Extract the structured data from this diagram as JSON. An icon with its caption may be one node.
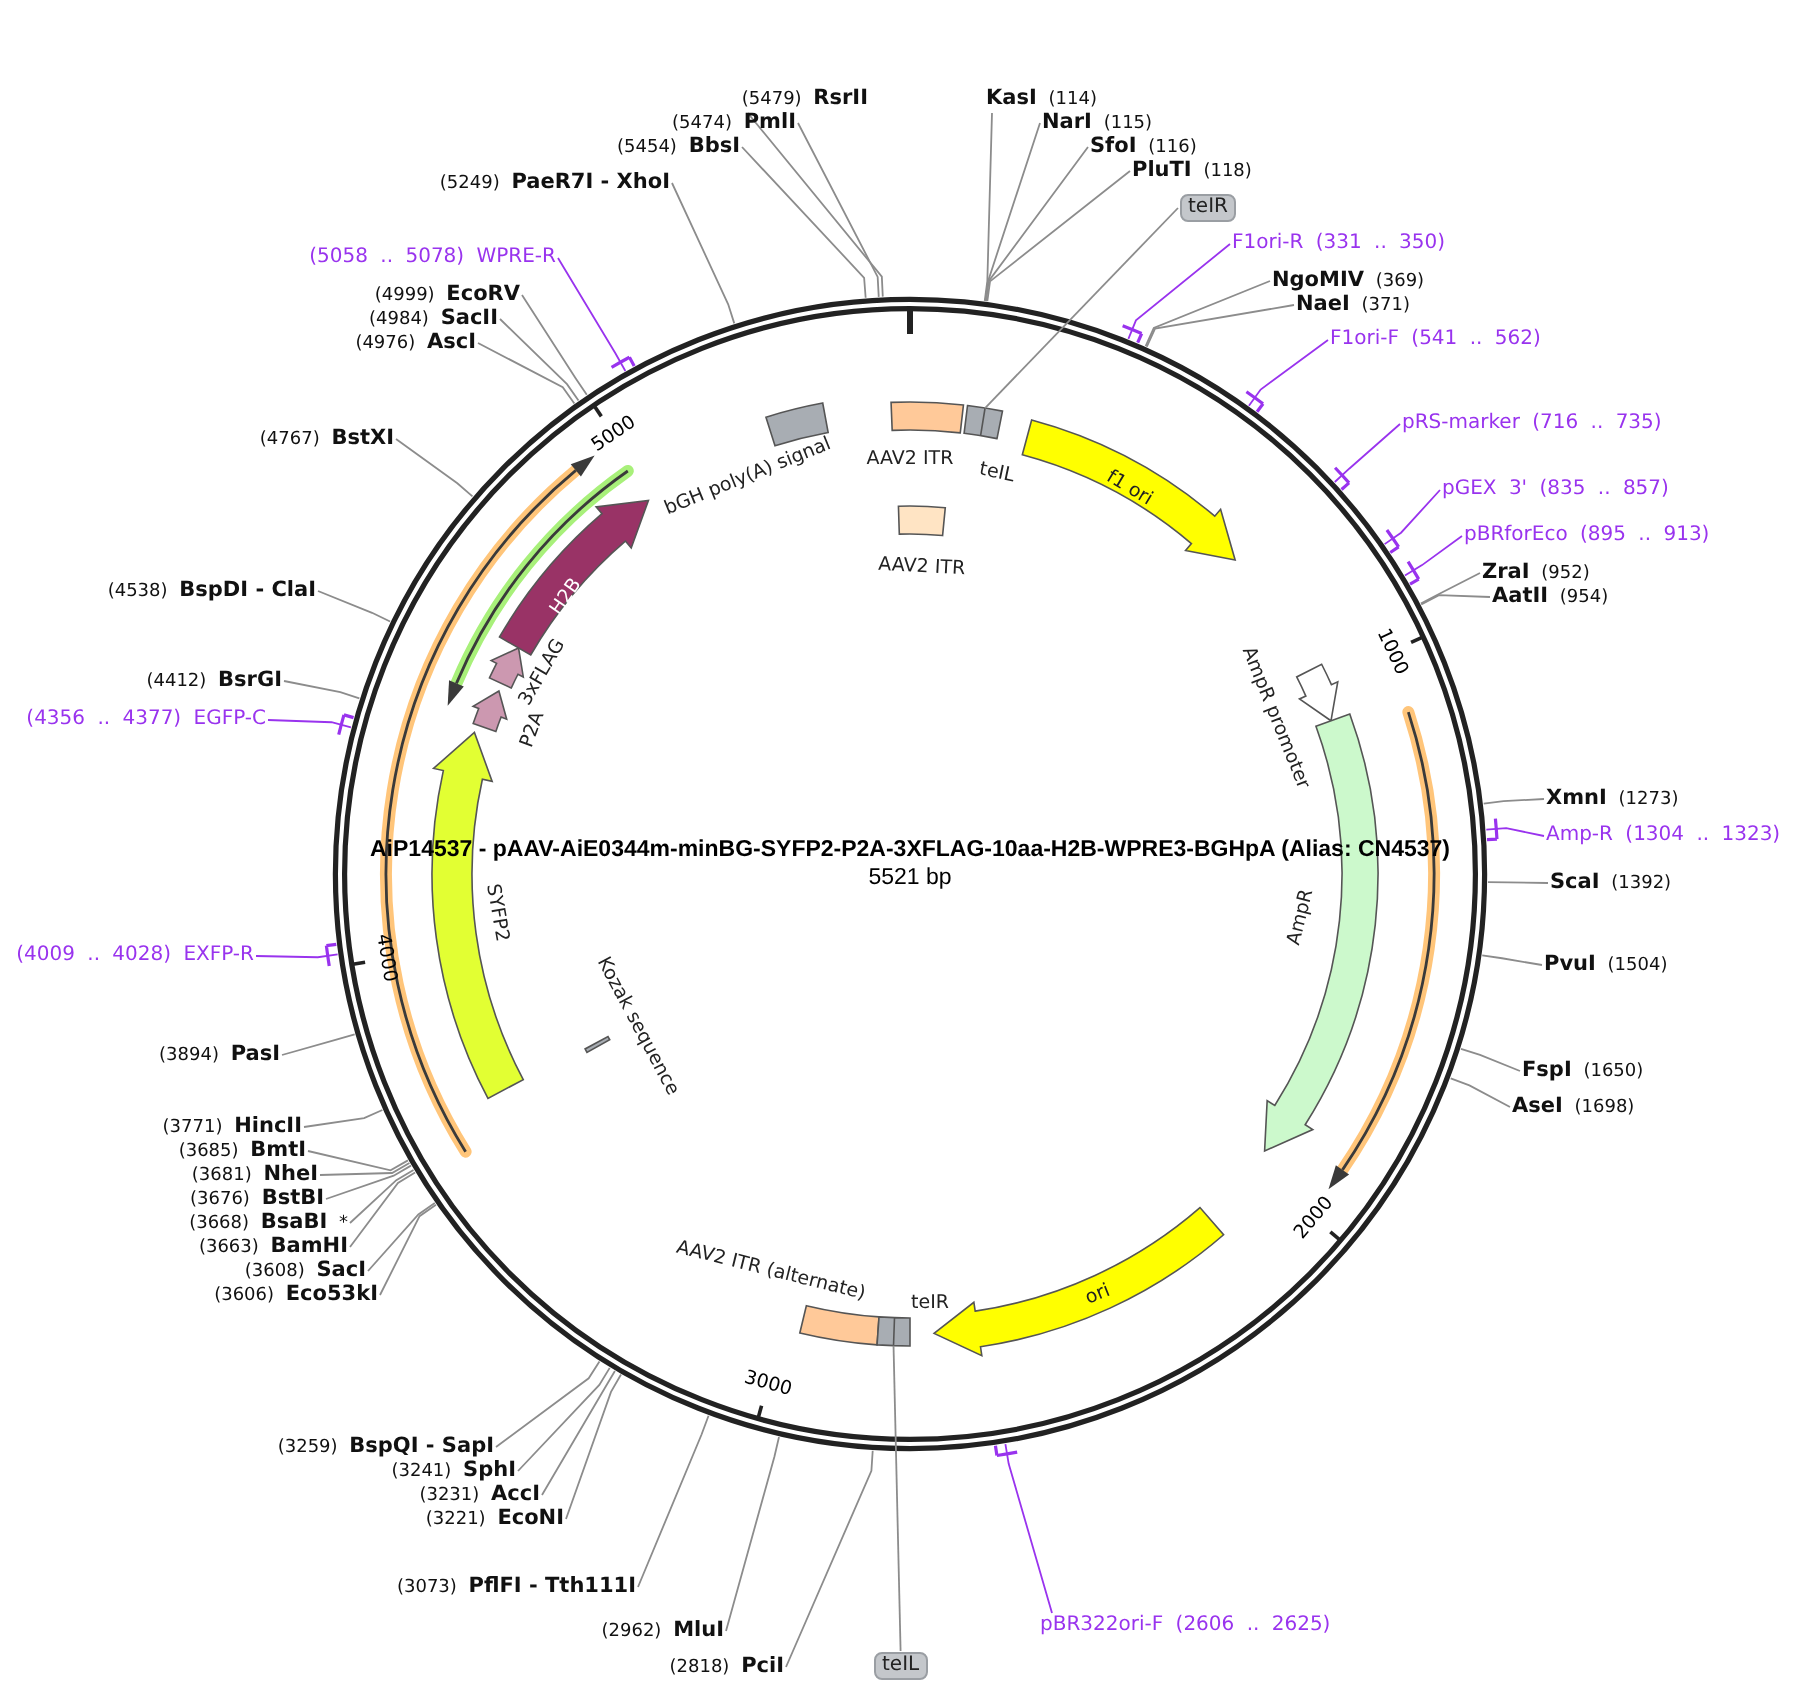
{
  "diagram": {
    "title": "AiP14537 - pAAV-AiE0344m-minBG-SYFP2-P2A-3XFLAG-10aa-H2B-WPRE3-BGHpA (Alias: CN4537)",
    "caption": "5521 bp",
    "nodes": [
      {
        "text": [],
        "shape": "circle"
      },
      {
        "text": [
          "AAV2 ITR"
        ],
        "in": 0
      },
      {
        "text": [
          "teIL"
        ],
        "in": 0
      },
      {
        "text": [
          "AAV2 ITR"
        ],
        "in": 0
      },
      {
        "text": [
          "bGH poly(A) signal"
        ],
        "in": 0
      },
      {
        "text": [
          "f1 ori"
        ],
        "in": 0
      },
      {
        "text": [
          "AmpR promoter"
        ],
        "in": 0
      },
      {
        "text": [
          "AmpR"
        ],
        "in": 0
      },
      {
        "text": [
          "ori"
        ],
        "in": 0
      },
      {
        "text": [
          "AAV2 ITR (alternate)"
        ],
        "in": 0
      },
      {
        "text": [
          "teIR"
        ],
        "in": 0
      },
      {
        "text": [
          "Kozak sequence"
        ],
        "in": 0
      },
      {
        "text": [
          "SYFP2"
        ],
        "in": 0
      },
      {
        "text": [
          "P2A"
        ],
        "in": 0
      },
      {
        "text": [
          "3xFLAG"
        ],
        "in": 0
      },
      {
        "text": [
          "H2B"
        ],
        "in": 0
      },
      {
        "text": [
          "**KasI** (114)"
        ]
      },
      {
        "text": [
          "**NarI** (115)"
        ]
      },
      {
        "text": [
          "**SfoI** (116)"
        ]
      },
      {
        "text": [
          "**PluTI** (118)"
        ]
      },
      {
        "text": [
          "teIR"
        ]
      },
      {
        "text": [
          "F1ori-R (331 .. 350)"
        ]
      },
      {
        "text": [
          "**NgoMIV** (369)"
        ]
      },
      {
        "text": [
          "**NaeI** (371)"
        ]
      },
      {
        "text": [
          "F1ori-F (541 .. 562)"
        ]
      },
      {
        "text": [
          "pRS-marker (716 .. 735)"
        ]
      },
      {
        "text": [
          "pGEX 3' (835 .. 857)"
        ]
      },
      {
        "text": [
          "pBRforEco (895 .. 913)"
        ]
      },
      {
        "text": [
          "**ZraI** (952)"
        ]
      },
      {
        "text": [
          "**AatII** (954)"
        ]
      },
      {
        "text": [
          "**XmnI** (1273)"
        ]
      },
      {
        "text": [
          "Amp-R (1304 .. 1323)"
        ]
      },
      {
        "text": [
          "**ScaI** (1392)"
        ]
      },
      {
        "text": [
          "**PvuI** (1504)"
        ]
      },
      {
        "text": [
          "**FspI** (1650)"
        ]
      },
      {
        "text": [
          "**AseI** (1698)"
        ]
      },
      {
        "text": [
          "pBR322ori-F (2606 .. 2625)"
        ]
      },
      {
        "text": [
          "teIL"
        ]
      },
      {
        "text": [
          "(2818) **PciI**"
        ]
      },
      {
        "text": [
          "(2962) **MluI**"
        ]
      },
      {
        "text": [
          "(3073) **PflFI - Tth111I**"
        ]
      },
      {
        "text": [
          "(3221) **EcoNI**"
        ]
      },
      {
        "text": [
          "(3231) **AccI**"
        ]
      },
      {
        "text": [
          "(3241) **SphI**"
        ]
      },
      {
        "text": [
          "(3259) **BspQI - SapI**"
        ]
      },
      {
        "text": [
          "(3606) **Eco53kI**"
        ]
      },
      {
        "text": [
          "(3608) **SacI**"
        ]
      },
      {
        "text": [
          "(3663) **BamHI**"
        ]
      },
      {
        "text": [
          "(3668) **BsaBI** *"
        ]
      },
      {
        "text": [
          "(3676) **BstBI**"
        ]
      },
      {
        "text": [
          "(3681) **NheI**"
        ]
      },
      {
        "text": [
          "(3685) **BmtI**"
        ]
      },
      {
        "text": [
          "(3771) **HincII**"
        ]
      },
      {
        "text": [
          "(3894) **PasI**"
        ]
      },
      {
        "text": [
          "(4009 .. 4028) EXFP-R"
        ]
      },
      {
        "text": [
          "(4356 .. 4377) EGFP-C"
        ]
      },
      {
        "text": [
          "(4412) **BsrGI**"
        ]
      },
      {
        "text": [
          "(4538) **BspDI - ClaI**"
        ]
      },
      {
        "text": [
          "(4767) **BstXI**"
        ]
      },
      {
        "text": [
          "(4976) **AscI**"
        ]
      },
      {
        "text": [
          "(4984) **SacII**"
        ]
      },
      {
        "text": [
          "(4999) **EcoRV**"
        ]
      },
      {
        "text": [
          "(5058 .. 5078) WPRE-R"
        ]
      },
      {
        "text": [
          "(5249) **PaeR7I - XhoI**"
        ]
      },
      {
        "text": [
          "(5454) **BbsI**"
        ]
      },
      {
        "text": [
          "(5474) **PmlI**"
        ]
      },
      {
        "text": [
          "(5479) **RsrII**"
        ]
      }
    ],
    "edges": [
      {
        "from": 16,
        "to": 0,
        "arrow": "none"
      },
      {
        "from": 17,
        "to": 0,
        "arrow": "none"
      },
      {
        "from": 18,
        "to": 0,
        "arrow": "none"
      },
      {
        "from": 19,
        "to": 0,
        "arrow": "none"
      },
      {
        "from": 20,
        "to": 2,
        "arrow": "none"
      },
      {
        "from": 21,
        "to": 0,
        "arrow": "none",
        "color": "#9933ee"
      },
      {
        "from": 22,
        "to": 0,
        "arrow": "none"
      },
      {
        "from": 23,
        "to": 0,
        "arrow": "none"
      },
      {
        "from": 24,
        "to": 0,
        "arrow": "none",
        "color": "#9933ee"
      },
      {
        "from": 25,
        "to": 0,
        "arrow": "none",
        "color": "#9933ee"
      },
      {
        "from": 26,
        "to": 0,
        "arrow": "none",
        "color": "#9933ee"
      },
      {
        "from": 27,
        "to": 0,
        "arrow": "none",
        "color": "#9933ee"
      },
      {
        "from": 28,
        "to": 0,
        "arrow": "none"
      },
      {
        "from": 29,
        "to": 0,
        "arrow": "none"
      },
      {
        "from": 30,
        "to": 0,
        "arrow": "none"
      },
      {
        "from": 31,
        "to": 0,
        "arrow": "none",
        "color": "#9933ee"
      },
      {
        "from": 32,
        "to": 0,
        "arrow": "none"
      },
      {
        "from": 33,
        "to": 0,
        "arrow": "none"
      },
      {
        "from": 34,
        "to": 0,
        "arrow": "none"
      },
      {
        "from": 35,
        "to": 0,
        "arrow": "none"
      },
      {
        "from": 36,
        "to": 0,
        "arrow": "none",
        "color": "#9933ee"
      },
      {
        "from": 37,
        "to": 10,
        "arrow": "none"
      },
      {
        "from": 38,
        "to": 0,
        "arrow": "none"
      },
      {
        "from": 39,
        "to": 0,
        "arrow": "none"
      },
      {
        "from": 40,
        "to": 0,
        "arrow": "none"
      },
      {
        "from": 41,
        "to": 0,
        "arrow": "none"
      },
      {
        "from": 42,
        "to": 0,
        "arrow": "none"
      },
      {
        "from": 43,
        "to": 0,
        "arrow": "none"
      },
      {
        "from": 44,
        "to": 0,
        "arrow": "none"
      },
      {
        "from": 45,
        "to": 0,
        "arrow": "none"
      },
      {
        "from": 46,
        "to": 0,
        "arrow": "none"
      },
      {
        "from": 47,
        "to": 0,
        "arrow": "none"
      },
      {
        "from": 48,
        "to": 0,
        "arrow": "none"
      },
      {
        "from": 49,
        "to": 0,
        "arrow": "none"
      },
      {
        "from": 50,
        "to": 0,
        "arrow": "none"
      },
      {
        "from": 51,
        "to": 0,
        "arrow": "none"
      },
      {
        "from": 52,
        "to": 0,
        "arrow": "none"
      },
      {
        "from": 53,
        "to": 0,
        "arrow": "none"
      },
      {
        "from": 54,
        "to": 0,
        "arrow": "none",
        "color": "#9933ee"
      },
      {
        "from": 55,
        "to": 0,
        "arrow": "none",
        "color": "#9933ee"
      },
      {
        "from": 56,
        "to": 0,
        "arrow": "none"
      },
      {
        "from": 57,
        "to": 0,
        "arrow": "none"
      },
      {
        "from": 58,
        "to": 0,
        "arrow": "none"
      },
      {
        "from": 59,
        "to": 0,
        "arrow": "none"
      },
      {
        "from": 60,
        "to": 0,
        "arrow": "none"
      },
      {
        "from": 61,
        "to": 0,
        "arrow": "none"
      },
      {
        "from": 62,
        "to": 0,
        "arrow": "none",
        "color": "#9933ee"
      },
      {
        "from": 63,
        "to": 0,
        "arrow": "none"
      },
      {
        "from": 64,
        "to": 0,
        "arrow": "none"
      },
      {
        "from": 65,
        "to": 0,
        "arrow": "none"
      },
      {
        "from": 66,
        "to": 0,
        "arrow": "none"
      }
    ],
    "labels": [
      "1000",
      "2000",
      "3000",
      "4000",
      "5000"
    ]
  }
}
